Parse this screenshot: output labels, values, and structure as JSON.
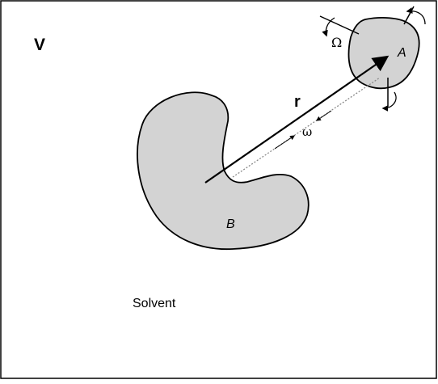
{
  "diagram": {
    "volume_label": "V",
    "molecule_a_label": "A",
    "molecule_b_label": "B",
    "separation_label": "r",
    "relative_rotation_label": "ω",
    "rotation_a_label": "Ω",
    "medium_label": "Solvent"
  },
  "colors": {
    "molecule_fill": "#d3d3d3",
    "stroke": "#000000",
    "dotted_arrow": "#8a8a8a",
    "background": "#ffffff"
  }
}
